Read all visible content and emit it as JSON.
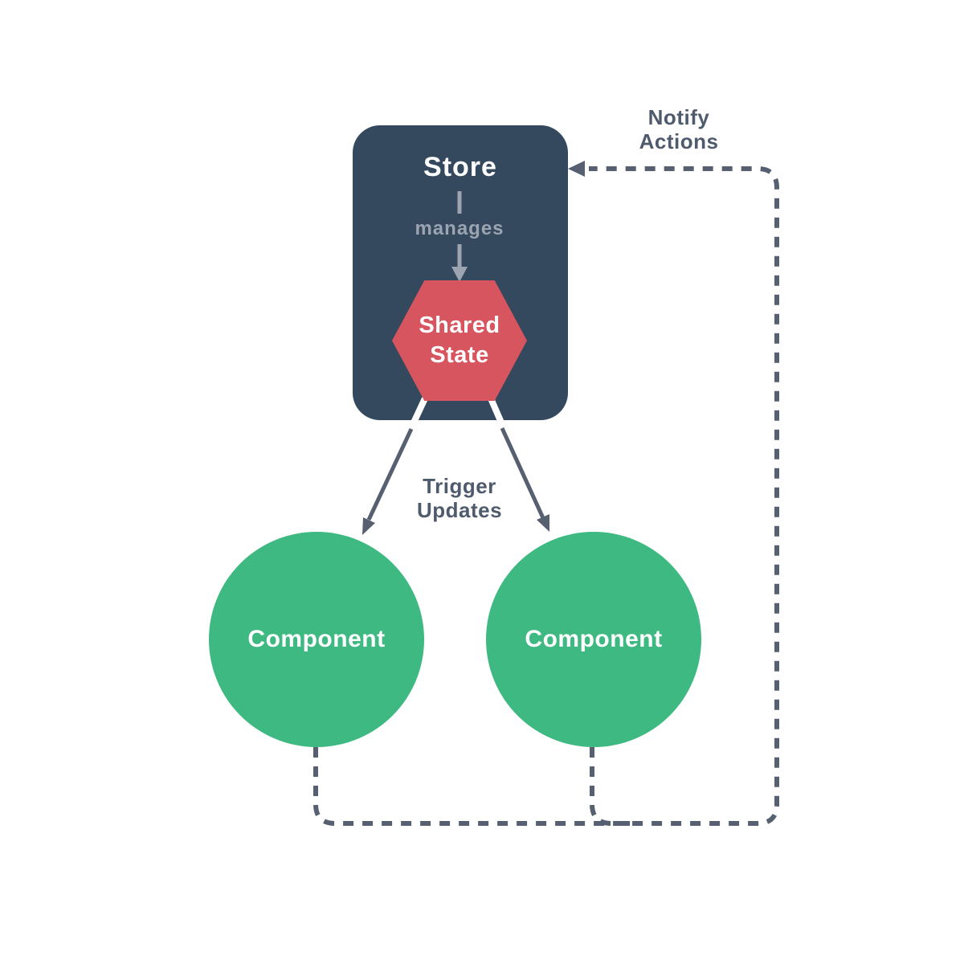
{
  "store": {
    "label": "Store",
    "relation_label": "manages"
  },
  "shared_state": {
    "label": "Shared State"
  },
  "components": [
    {
      "label": "Component"
    },
    {
      "label": "Component"
    }
  ],
  "edge_labels": {
    "notify_actions": "Notify Actions",
    "trigger_updates": "Trigger Updates"
  },
  "colors": {
    "store_bg": "#34495e",
    "shared_state_bg": "#d6555f",
    "component_bg": "#3eb981",
    "connector": "#566070",
    "muted_label": "#9ba4b0",
    "edge_label_text": "#4f5b6d",
    "node_text": "#ffffff",
    "background": "#ffffff"
  }
}
